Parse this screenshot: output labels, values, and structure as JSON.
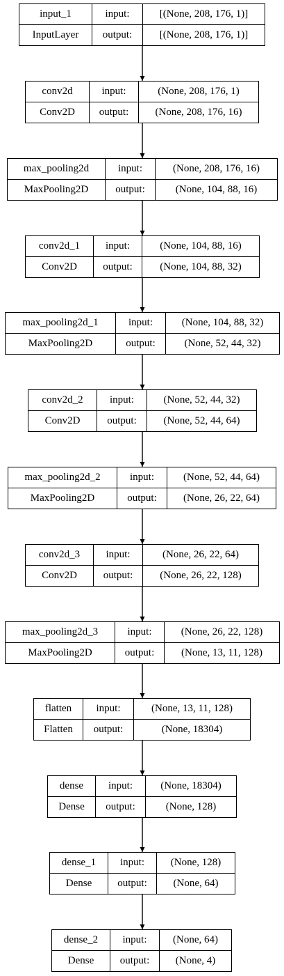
{
  "layers": [
    {
      "name": "input_1",
      "type": "InputLayer",
      "input_label": "input:",
      "output_label": "output:",
      "input_shape": "[(None, 208, 176, 1)]",
      "output_shape": "[(None, 208, 176, 1)]"
    },
    {
      "name": "conv2d",
      "type": "Conv2D",
      "input_label": "input:",
      "output_label": "output:",
      "input_shape": "(None, 208, 176, 1)",
      "output_shape": "(None, 208, 176, 16)"
    },
    {
      "name": "max_pooling2d",
      "type": "MaxPooling2D",
      "input_label": "input:",
      "output_label": "output:",
      "input_shape": "(None, 208, 176, 16)",
      "output_shape": "(None, 104, 88, 16)"
    },
    {
      "name": "conv2d_1",
      "type": "Conv2D",
      "input_label": "input:",
      "output_label": "output:",
      "input_shape": "(None, 104, 88, 16)",
      "output_shape": "(None, 104, 88, 32)"
    },
    {
      "name": "max_pooling2d_1",
      "type": "MaxPooling2D",
      "input_label": "input:",
      "output_label": "output:",
      "input_shape": "(None, 104, 88, 32)",
      "output_shape": "(None, 52, 44, 32)"
    },
    {
      "name": "conv2d_2",
      "type": "Conv2D",
      "input_label": "input:",
      "output_label": "output:",
      "input_shape": "(None, 52, 44, 32)",
      "output_shape": "(None, 52, 44, 64)"
    },
    {
      "name": "max_pooling2d_2",
      "type": "MaxPooling2D",
      "input_label": "input:",
      "output_label": "output:",
      "input_shape": "(None, 52, 44, 64)",
      "output_shape": "(None, 26, 22, 64)"
    },
    {
      "name": "conv2d_3",
      "type": "Conv2D",
      "input_label": "input:",
      "output_label": "output:",
      "input_shape": "(None, 26, 22, 64)",
      "output_shape": "(None, 26, 22, 128)"
    },
    {
      "name": "max_pooling2d_3",
      "type": "MaxPooling2D",
      "input_label": "input:",
      "output_label": "output:",
      "input_shape": "(None, 26, 22, 128)",
      "output_shape": "(None, 13, 11, 128)"
    },
    {
      "name": "flatten",
      "type": "Flatten",
      "input_label": "input:",
      "output_label": "output:",
      "input_shape": "(None, 13, 11, 128)",
      "output_shape": "(None, 18304)"
    },
    {
      "name": "dense",
      "type": "Dense",
      "input_label": "input:",
      "output_label": "output:",
      "input_shape": "(None, 18304)",
      "output_shape": "(None, 128)"
    },
    {
      "name": "dense_1",
      "type": "Dense",
      "input_label": "input:",
      "output_label": "output:",
      "input_shape": "(None, 128)",
      "output_shape": "(None, 64)"
    },
    {
      "name": "dense_2",
      "type": "Dense",
      "input_label": "input:",
      "output_label": "output:",
      "input_shape": "(None, 64)",
      "output_shape": "(None, 4)"
    }
  ],
  "colors": {
    "background": "#ffffff",
    "border": "#000000",
    "text": "#000000"
  }
}
